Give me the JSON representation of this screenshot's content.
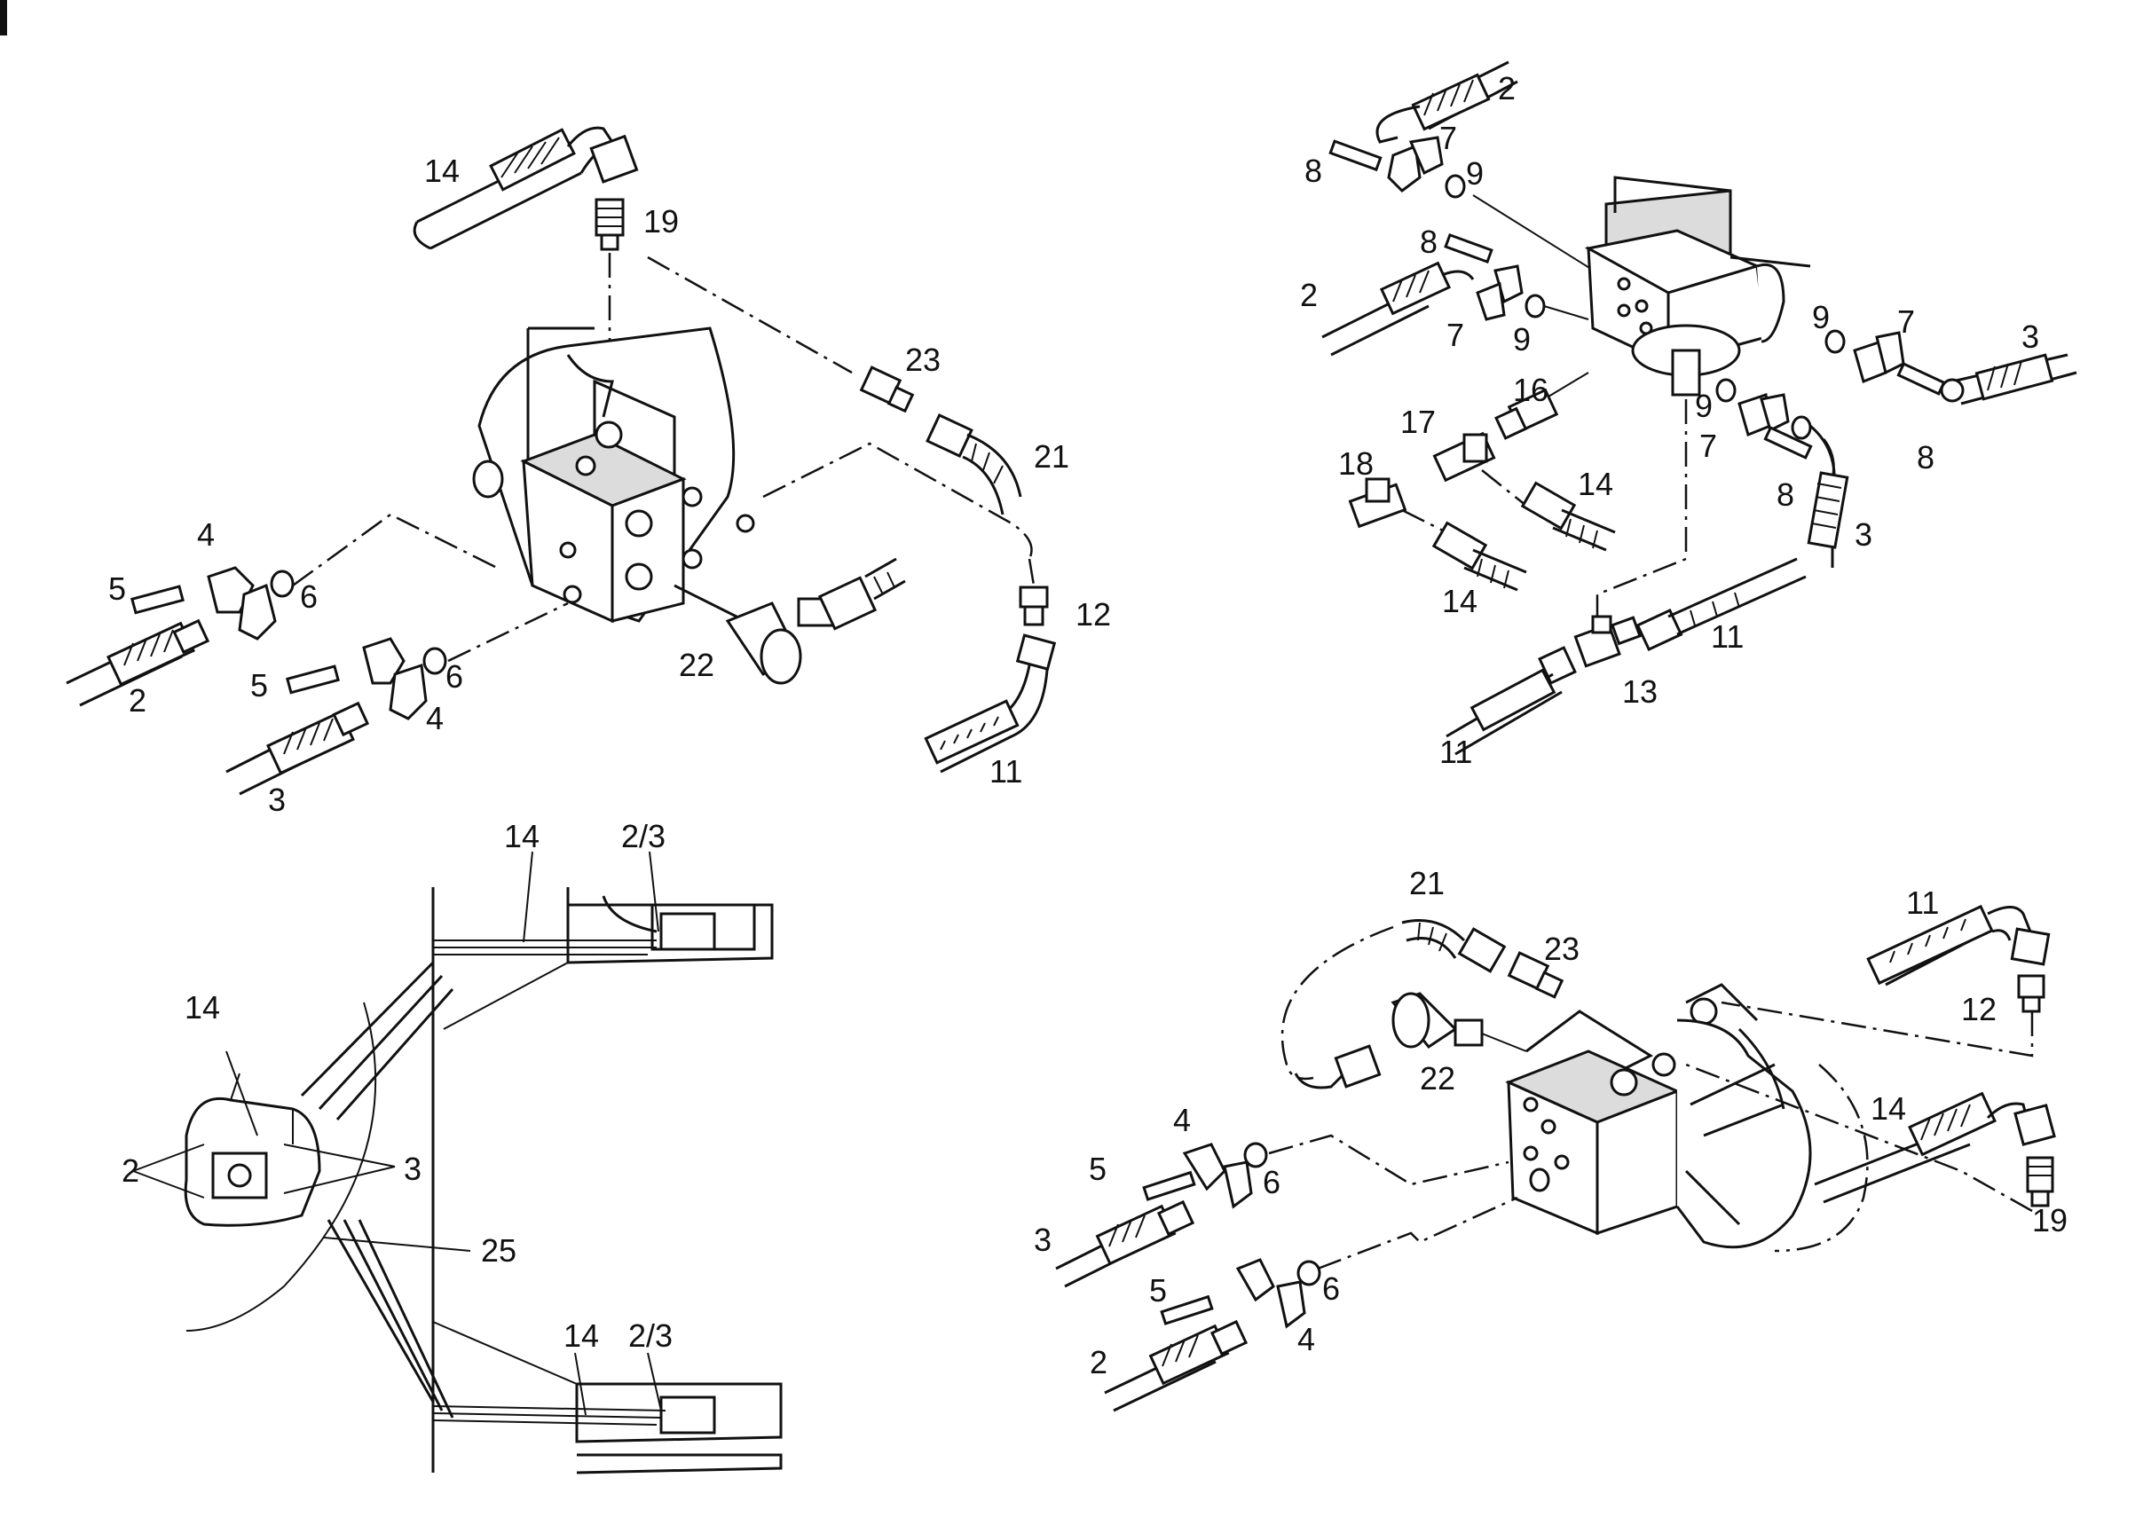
{
  "views": [
    {
      "name": "view-top-left",
      "callouts": [
        "14",
        "19",
        "23",
        "21",
        "4",
        "5",
        "6",
        "2",
        "5",
        "6",
        "4",
        "3",
        "22",
        "12",
        "11"
      ]
    },
    {
      "name": "view-top-right",
      "callouts": [
        "2",
        "8",
        "7",
        "9",
        "8",
        "2",
        "7",
        "9",
        "9",
        "7",
        "3",
        "9",
        "7",
        "8",
        "8",
        "3",
        "16",
        "17",
        "18",
        "14",
        "14",
        "11",
        "13",
        "11"
      ]
    },
    {
      "name": "view-bottom-left",
      "callouts": [
        "14",
        "2/3",
        "14",
        "2",
        "3",
        "25",
        "14",
        "2/3"
      ]
    },
    {
      "name": "view-bottom-right",
      "callouts": [
        "21",
        "23",
        "11",
        "12",
        "22",
        "4",
        "5",
        "6",
        "14",
        "3",
        "19",
        "5",
        "6",
        "2",
        "4"
      ]
    }
  ]
}
